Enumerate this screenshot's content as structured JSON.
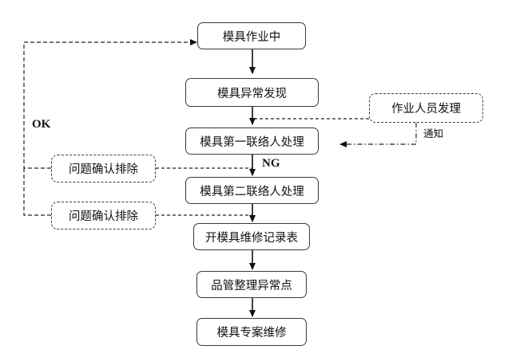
{
  "steps": [
    "模具作业中",
    "模具异常发现",
    "模具第一联络人处理",
    "模具第二联络人处理",
    "开模具维修记录表",
    "品管整理异常点",
    "模具专案维修"
  ],
  "side_boxes": {
    "operator": "作业人员发理",
    "confirm_1": "问题确认排除",
    "confirm_2": "问题确认排除"
  },
  "labels": {
    "ok": "OK",
    "ng": "NG",
    "notify": "通知"
  }
}
